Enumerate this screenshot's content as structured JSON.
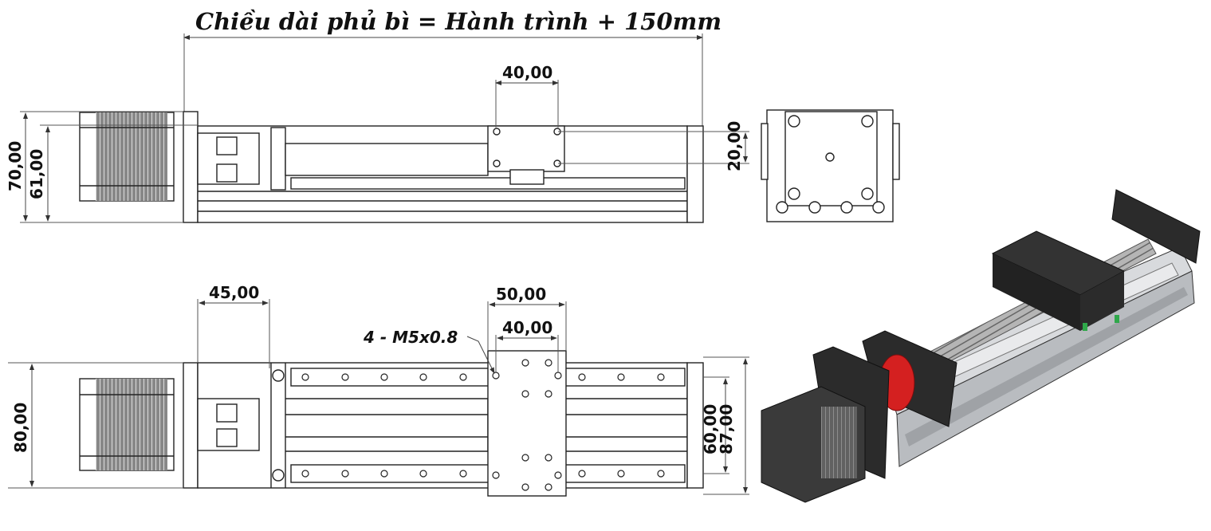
{
  "title": "Chiều dài phủ bì = Hành trình  + 150mm",
  "top_view": {
    "height_outer": "70,00",
    "height_motor": "61,00",
    "carriage_width": "40,00",
    "carriage_offset": "20,00"
  },
  "bottom_view": {
    "motor_offset": "45,00",
    "carriage_width": "50,00",
    "hole_spacing": "40,00",
    "thread_note": "4 - M5x0.8",
    "width": "80,00",
    "rail_spacing": "60,00",
    "end_height": "87,00"
  },
  "colors": {
    "coupling": "#d42020",
    "plate": "#2b2b2b",
    "rail": "#c9ccd0",
    "marker": "#2fa84a"
  }
}
